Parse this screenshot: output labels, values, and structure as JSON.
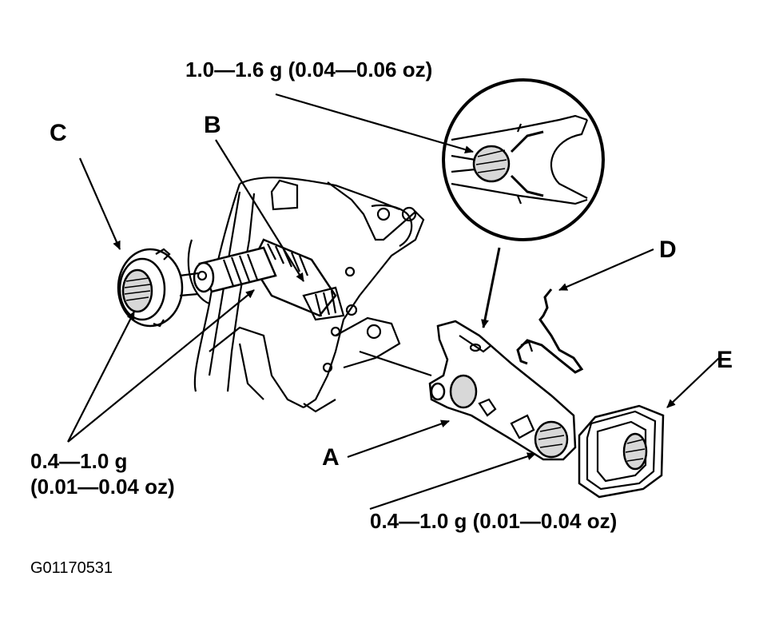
{
  "callouts": {
    "a": "A",
    "b": "B",
    "c": "C",
    "d": "D",
    "e": "E"
  },
  "specs": {
    "fork_detail": "1.0—1.6 g (0.04—0.06 oz)",
    "bearing_line1": "0.4—1.0 g",
    "bearing_line2": "(0.01—0.04 oz)",
    "fork_pivot": "0.4—1.0 g (0.01—0.04 oz)"
  },
  "figure_id": "G01170531"
}
